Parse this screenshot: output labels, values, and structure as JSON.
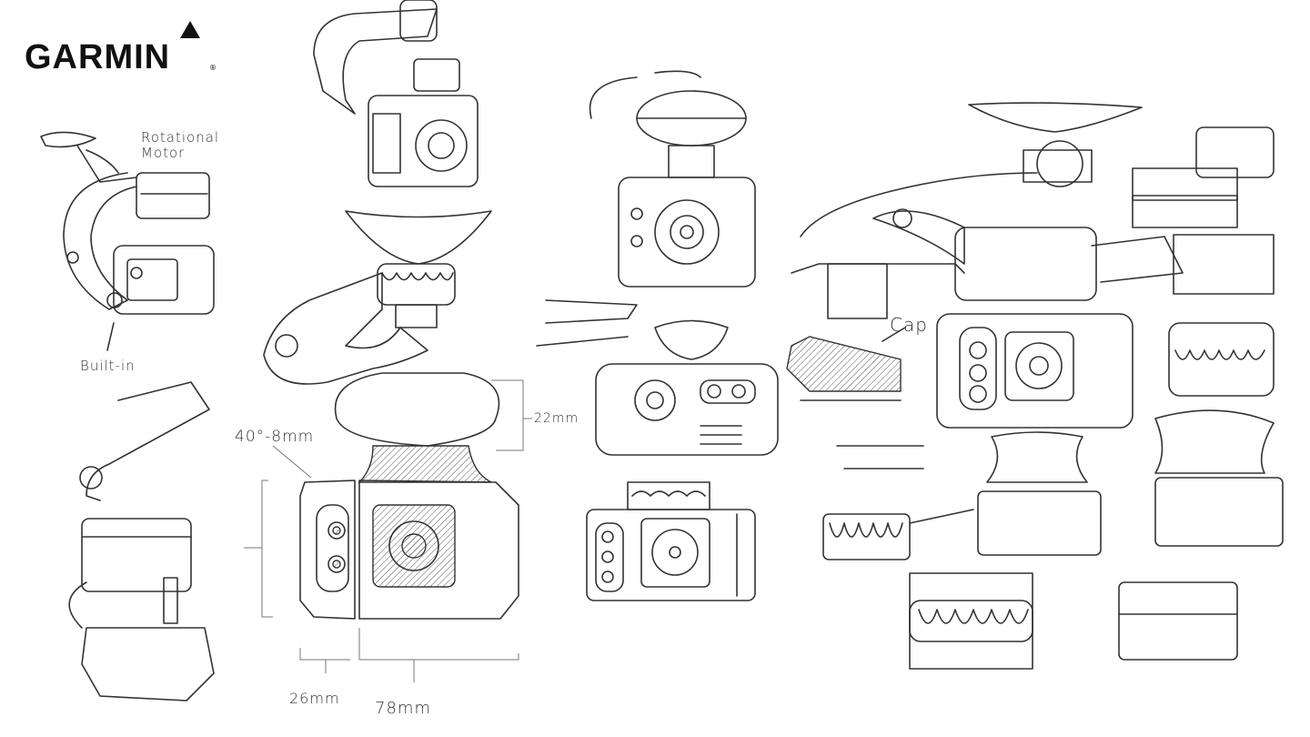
{
  "logo": {
    "text": "GARMIN",
    "registered": "®"
  },
  "annotations": {
    "rotational_motor": "Rotational Motor",
    "built_in": "Built-in",
    "angle_chamfer": "40°-8mm",
    "height_22": "22mm",
    "width_26": "26mm",
    "width_78": "78mm",
    "cap": "Cap"
  },
  "colors": {
    "ink": "#333333",
    "logo": "#111111",
    "background": "#ffffff"
  }
}
